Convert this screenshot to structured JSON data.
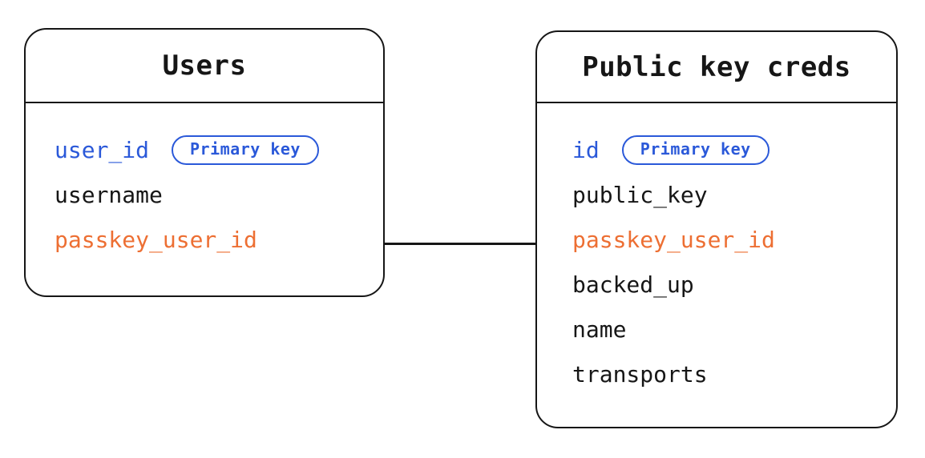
{
  "colors": {
    "accent_blue": "#2b59d9",
    "accent_orange": "#ed6f33",
    "line_black": "#161616",
    "background": "#ffffff"
  },
  "tables": [
    {
      "title": "Users",
      "fields": [
        {
          "name": "user_id",
          "role": "primary",
          "badge": "Primary key"
        },
        {
          "name": "username",
          "role": "normal"
        },
        {
          "name": "passkey_user_id",
          "role": "foreign"
        }
      ]
    },
    {
      "title": "Public key creds",
      "fields": [
        {
          "name": "id",
          "role": "primary",
          "badge": "Primary key"
        },
        {
          "name": "public_key",
          "role": "normal"
        },
        {
          "name": "passkey_user_id",
          "role": "foreign"
        },
        {
          "name": "backed_up",
          "role": "normal"
        },
        {
          "name": "name",
          "role": "normal"
        },
        {
          "name": "transports",
          "role": "normal"
        }
      ]
    }
  ],
  "relationship": {
    "from_field": "passkey_user_id",
    "to_field": "passkey_user_id"
  }
}
